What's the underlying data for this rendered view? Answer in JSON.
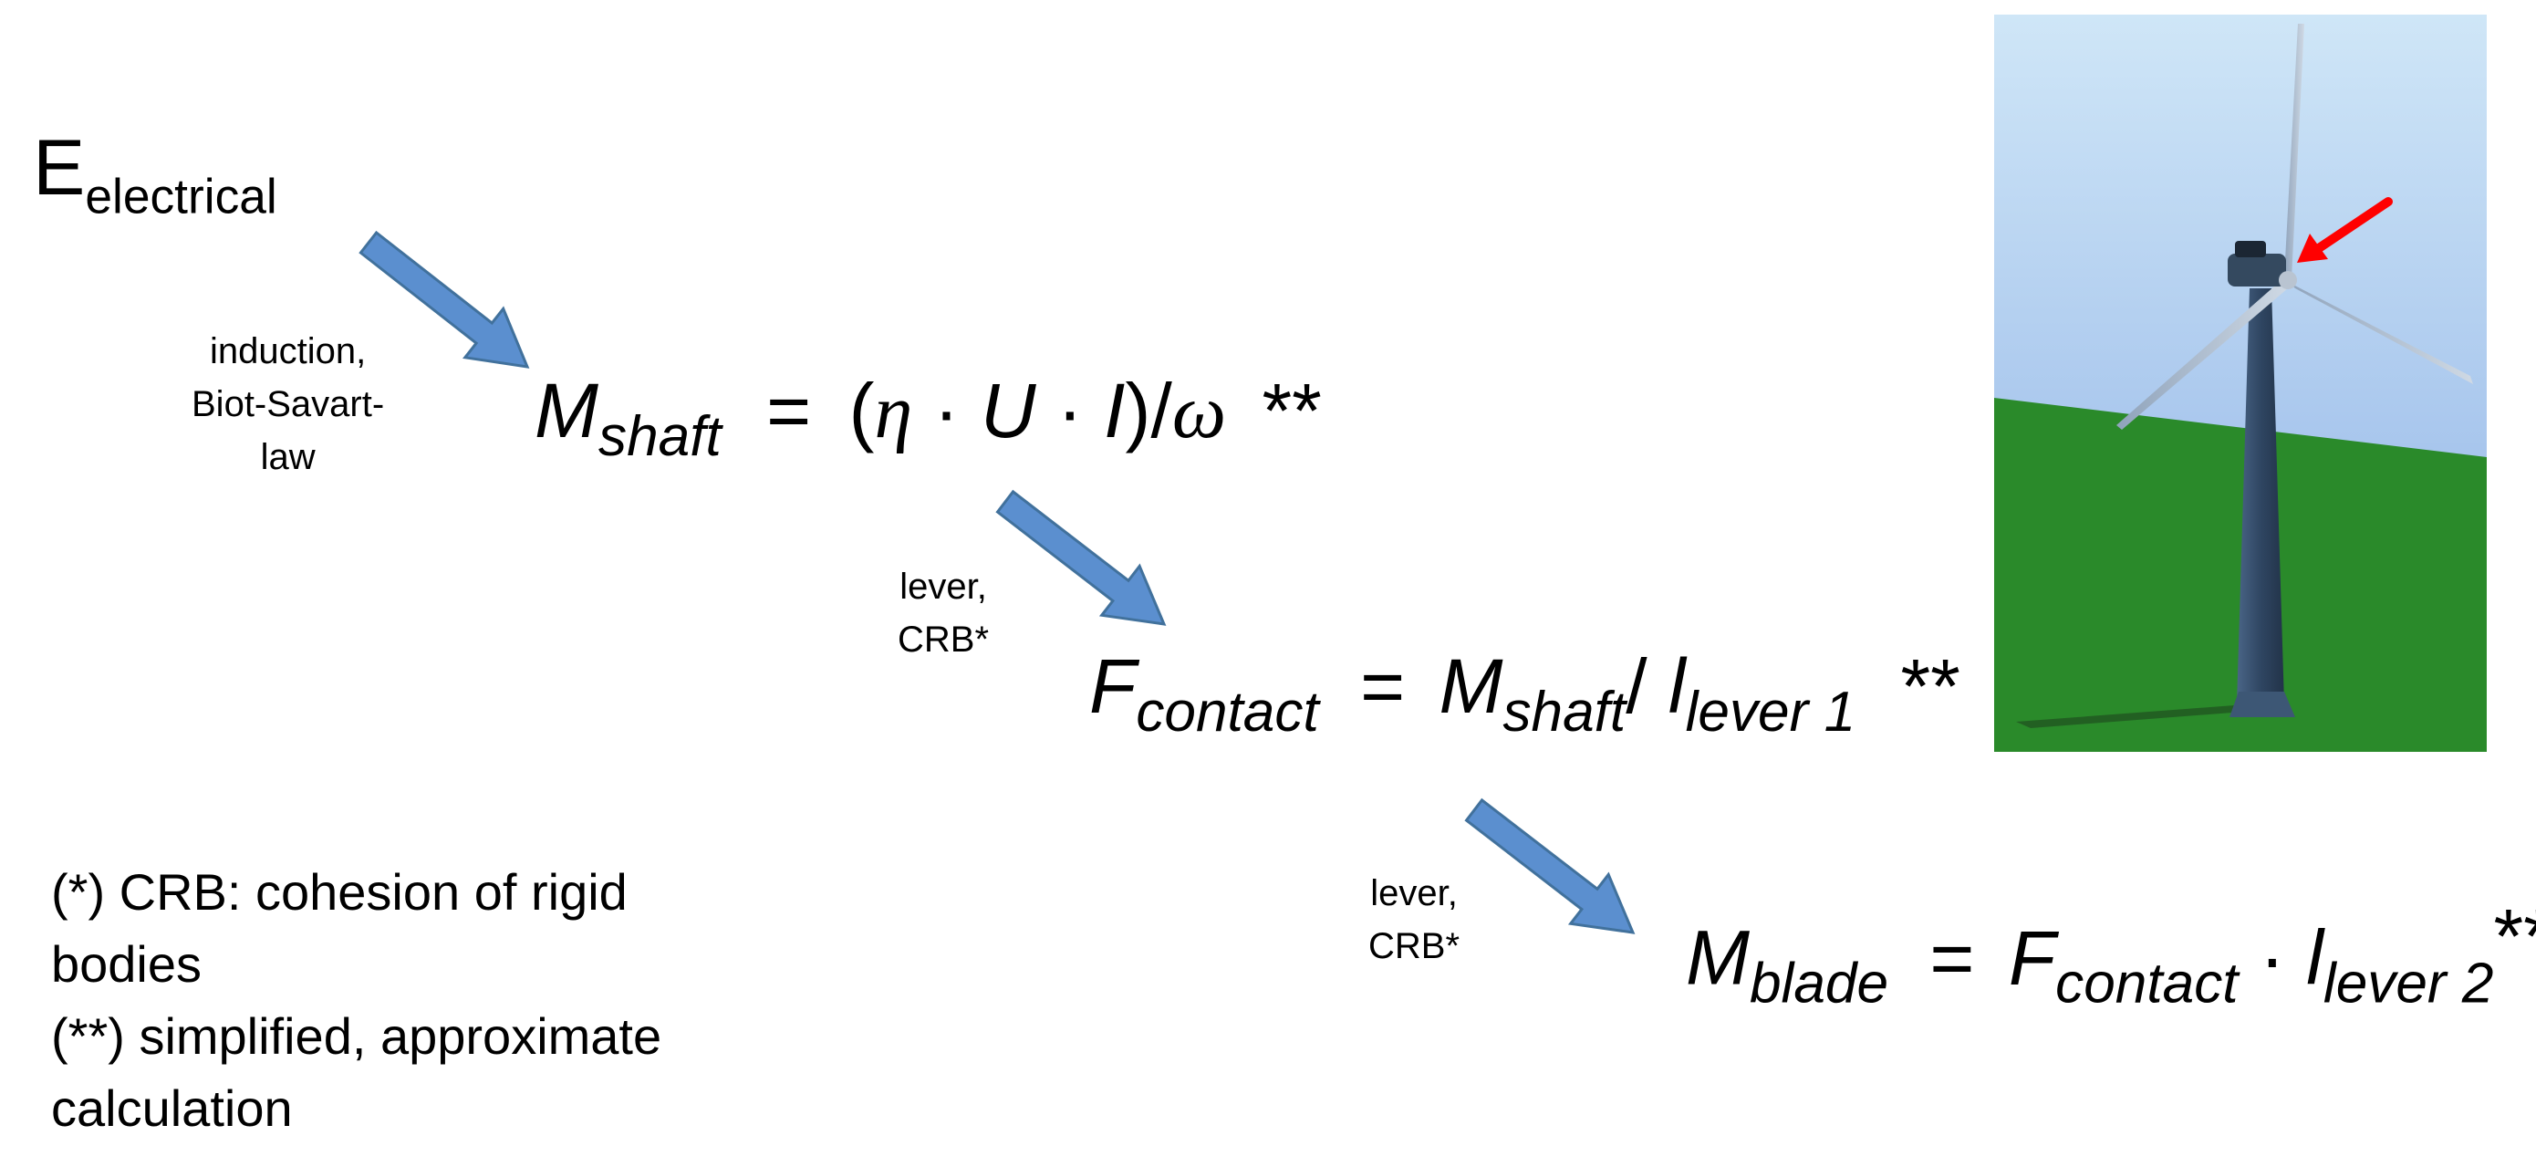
{
  "energy_label": {
    "main": "E",
    "sub": "electrical"
  },
  "steps": [
    {
      "label_lines": [
        "induction,",
        "Biot-Savart-",
        "law"
      ]
    },
    {
      "label_lines": [
        "lever,",
        "CRB*"
      ]
    },
    {
      "label_lines": [
        "lever,",
        "CRB*"
      ]
    }
  ],
  "formulas": {
    "m_shaft": {
      "lhs_main": "M",
      "lhs_sub": "shaft",
      "eq": "=",
      "open_paren": "(",
      "eta": "η",
      "dot1": "·",
      "u": "U",
      "dot2": "·",
      "i": "I",
      "close_paren_slash": ")/",
      "omega": "ω",
      "stars": "**"
    },
    "f_contact": {
      "lhs_main": "F",
      "lhs_sub": "contact",
      "eq": "=",
      "m_main": "M",
      "m_sub": "shaft",
      "slash": "/",
      "l_main": "l",
      "l_sub": "lever 1",
      "stars": "**"
    },
    "m_blade": {
      "lhs_main": "M",
      "lhs_sub": "blade",
      "eq": "=",
      "f_main": "F",
      "f_sub": "contact",
      "dot": "·",
      "l_main": "l",
      "l_sub": "lever 2",
      "stars": "**"
    }
  },
  "notes": {
    "line1": "(*) CRB: cohesion of rigid",
    "line2": "bodies",
    "line3": "(**) simplified, approximate",
    "line4": "calculation"
  },
  "colors": {
    "step_arrow_fill": "#5b8fcf",
    "step_arrow_stroke": "#41719c",
    "pointer_arrow": "#ff0000",
    "sky_top": "#cfe6f7",
    "sky_bottom": "#8db0e6",
    "ground": "#2a8a2a",
    "tower": "#2f4662"
  },
  "icons": {
    "step_arrow": "arrow-down-right-icon",
    "pointer": "red-arrow-icon"
  }
}
